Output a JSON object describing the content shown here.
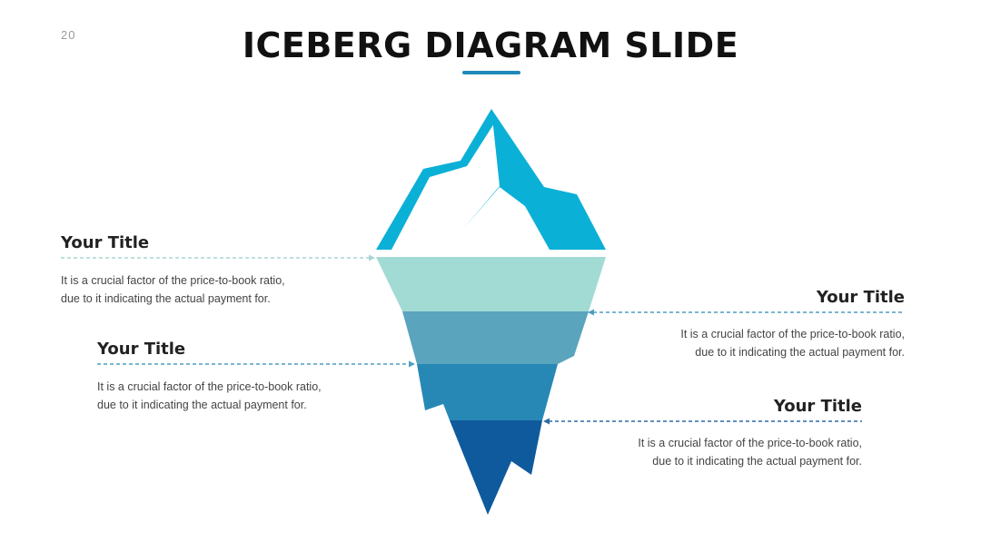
{
  "slide": {
    "number": "20",
    "title": "ICEBERG DIAGRAM SLIDE"
  },
  "colors": {
    "accent": "#1E88B8",
    "tip": "#0BB0D6",
    "layer1": "#A2DAD4",
    "layer2": "#5AA4BE",
    "layer3": "#2788B5",
    "layer4": "#0F5A9C",
    "connector_light": "#A8D6D2",
    "connector_mid": "#4F9EC2",
    "connector_dark": "#2E6BA6"
  },
  "callouts": [
    {
      "title": "Your Title",
      "line1": "It is a crucial factor of the price-to-book ratio,",
      "line2": "due to it indicating the actual payment for."
    },
    {
      "title": "Your Title",
      "line1": "It is a crucial factor of the price-to-book ratio,",
      "line2": "due to it indicating the actual payment for."
    },
    {
      "title": "Your Title",
      "line1": "It is a crucial factor of the price-to-book ratio,",
      "line2": "due to it indicating the actual payment for."
    },
    {
      "title": "Your Title",
      "line1": "It is a crucial factor of the price-to-book ratio,",
      "line2": "due to it indicating the actual payment for."
    }
  ]
}
